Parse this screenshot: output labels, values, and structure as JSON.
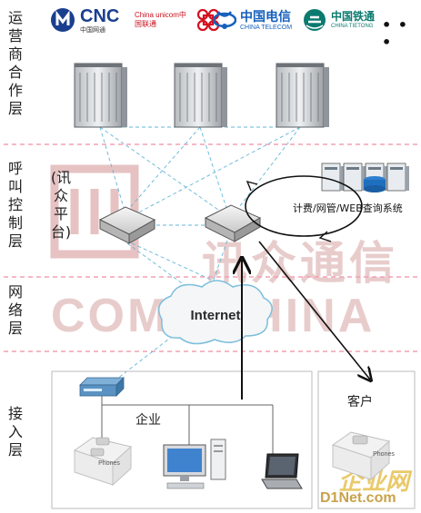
{
  "layers": {
    "operator": [
      "运",
      "营",
      "商",
      "合",
      "作",
      "层"
    ],
    "call_control": [
      "呼",
      "叫",
      "控",
      "制",
      "层"
    ],
    "call_control_side": [
      "(讯",
      "众",
      "平",
      "台)"
    ],
    "network": [
      "网",
      "络",
      "层"
    ],
    "access": [
      "接",
      "入",
      "层"
    ]
  },
  "logos": [
    {
      "main": "CNC",
      "sub": "中国网通"
    },
    {
      "main": "China unicom中国联通",
      "sub": ""
    },
    {
      "main": "中国电信",
      "sub": "CHINA TELECOM"
    },
    {
      "main": "中国铁通",
      "sub": "CHINA TIETONG"
    }
  ],
  "logos_more": "• • •",
  "internet_label": "Internet",
  "billing_label": "计费/网管/WEB查询系统",
  "enterprise_label": "企业",
  "customer_label": "客户",
  "phones_label": "Phones",
  "watermarks": {
    "center_cn": "讯众通信",
    "center_en": "COMMCHINA",
    "corner_cn": "企业网",
    "corner_en": "D1Net.com"
  },
  "colors": {
    "cnc_blue": "#1a3f8f",
    "unicom_red": "#d4101f",
    "telecom_blue": "#1560bd",
    "tietong_teal": "#0b7a6f",
    "divider_pink": "#f2a0b4",
    "link_blue": "#66b6d8",
    "watermark_red": "#e6c2c2"
  }
}
